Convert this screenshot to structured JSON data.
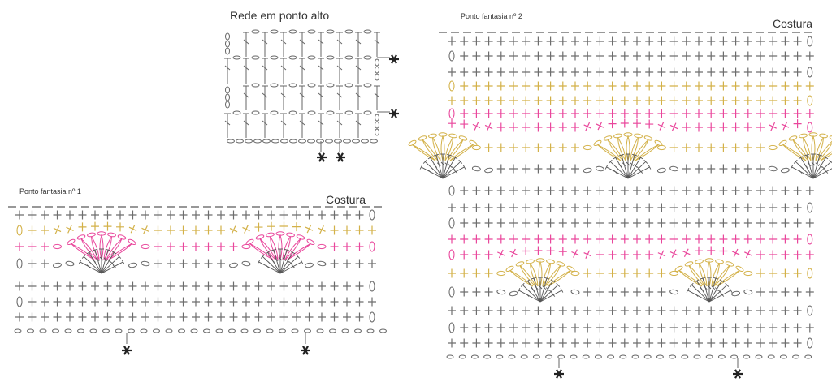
{
  "charts": {
    "rede": {
      "title": "Rede em ponto alto"
    },
    "fantasia1": {
      "title": "Ponto fantasia nº 1",
      "seam_label": "Costura"
    },
    "fantasia2": {
      "title": "Ponto fantasia nº 2",
      "seam_label": "Costura"
    }
  },
  "colors": {
    "gray": "#6d6d6d",
    "gold": "#d3b148",
    "pink": "#e9479c",
    "dark": "#222222"
  }
}
